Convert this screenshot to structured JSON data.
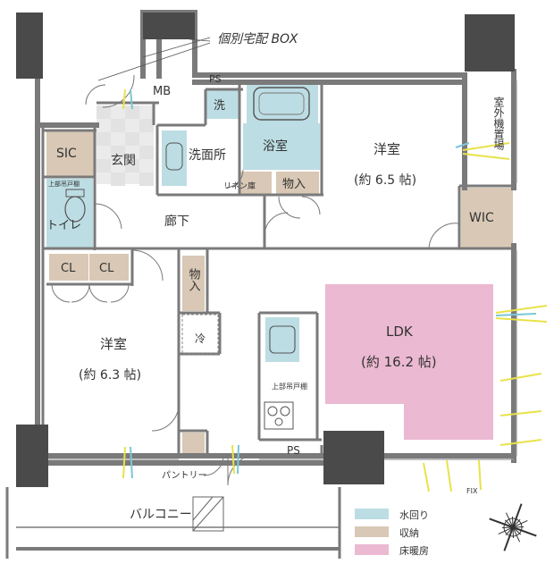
{
  "labels": {
    "box": "個別宅配 BOX",
    "mb": "MB",
    "ps_top": "PS",
    "sentaku": "洗",
    "senmenjo": "洗面所",
    "yokushitsu": "浴室",
    "linen": "リネン庫",
    "monoire_top": "物入",
    "sic": "SIC",
    "genkan": "玄関",
    "toire": "トイレ",
    "toire_cabinet": "上部吊戸棚",
    "rouka": "廊下",
    "western_top": "洋室",
    "western_top_size": "(約 6.5 帖)",
    "wic": "WIC",
    "outdoor_unit": "室外機置場",
    "cl1": "CL",
    "cl2": "CL",
    "monoire_mid": "物入",
    "rei": "冷",
    "western_left": "洋室",
    "western_left_size": "(約 6.3 帖)",
    "ldk": "LDK",
    "ldk_size": "(約 16.2 帖)",
    "kitchen_cabinet": "上部吊戸棚",
    "ps_bottom": "PS",
    "pantry": "パントリー",
    "balcony": "バルコニー",
    "fix": "FIX"
  },
  "legend": [
    {
      "label": "水回り",
      "color": "#bcdde3"
    },
    {
      "label": "収納",
      "color": "#d8c8b5"
    },
    {
      "label": "床暖房",
      "color": "#ebb9d1"
    }
  ],
  "colors": {
    "wall": "#7a7a7a",
    "column": "#4a4a4a",
    "water": "#bcdde3",
    "storage": "#d8c8b5",
    "heating": "#ebb9d1",
    "tile": "#e2e2e2",
    "yellow": "#e8e24a",
    "cyan": "#7cc6d6"
  }
}
